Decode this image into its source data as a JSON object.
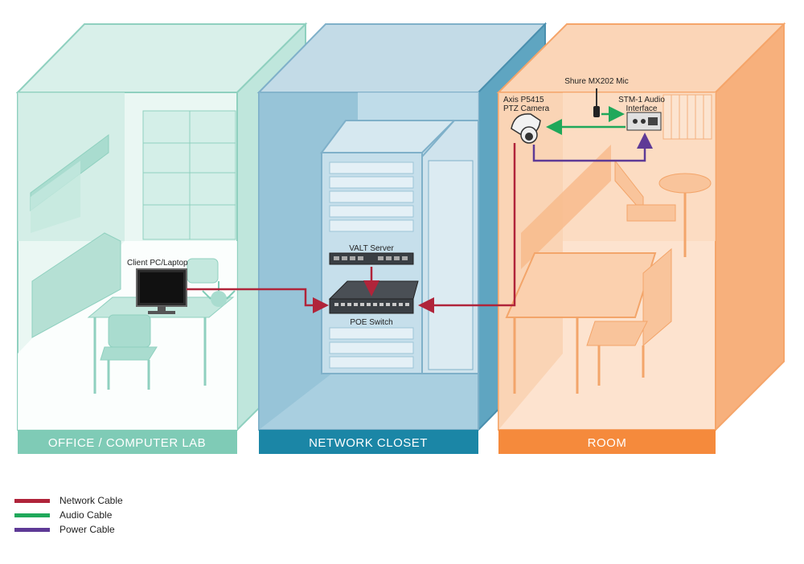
{
  "rooms": {
    "office": {
      "label": "OFFICE / COMPUTER LAB"
    },
    "closet": {
      "label": "NETWORK CLOSET"
    },
    "room": {
      "label": "ROOM"
    }
  },
  "devices": {
    "client_pc": "Client PC/Laptop",
    "valt_server": "VALT Server",
    "poe_switch": "POE Switch",
    "camera_line1": "Axis P5415",
    "camera_line2": "PTZ Camera",
    "mic": "Shure MX202 Mic",
    "audio_line1": "STM-1 Audio",
    "audio_line2": "Interface"
  },
  "legend": [
    {
      "label": "Network Cable",
      "color": "#b0243a"
    },
    {
      "label": "Audio Cable",
      "color": "#1fa85a"
    },
    {
      "label": "Power Cable",
      "color": "#5e3a96"
    }
  ],
  "colors": {
    "office": "#7fcbb6",
    "closet": "#1b86a6",
    "room": "#f58a3c"
  }
}
